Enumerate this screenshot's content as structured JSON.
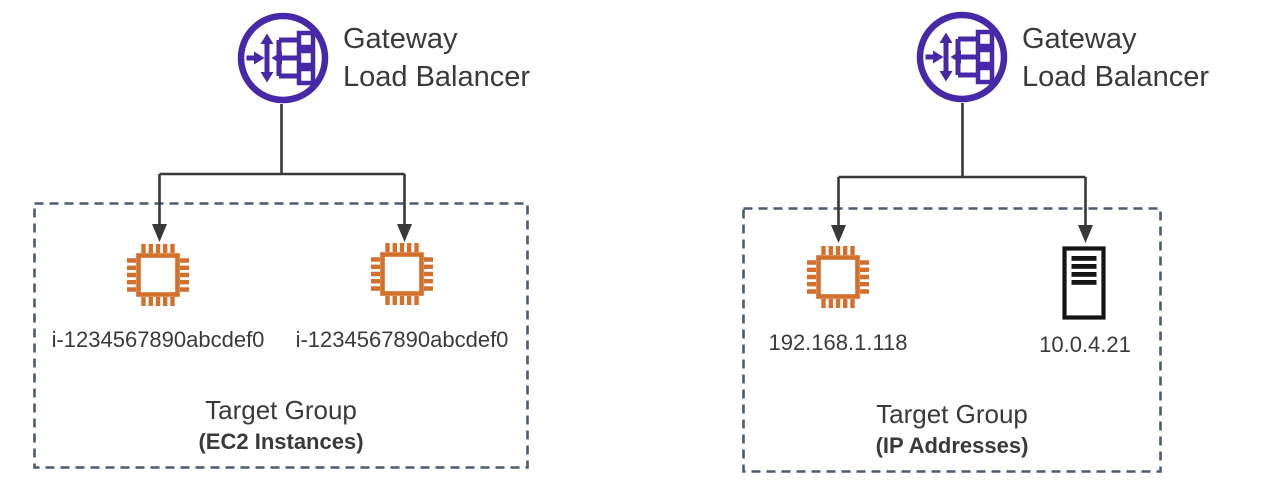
{
  "colors": {
    "load_balancer_purple": "#4728A8",
    "ec2_orange": "#D2702C",
    "server_black": "#141414",
    "dashed_border_slate": "#4E5A70",
    "connector_gray": "#383838",
    "text_gray": "#3A3A3A"
  },
  "left_diagram": {
    "load_balancer": {
      "icon": "gateway-load-balancer-icon",
      "label_line1": "Gateway",
      "label_line2": "Load Balancer"
    },
    "target_group": {
      "title": "Target Group",
      "subtitle": "(EC2 Instances)",
      "targets": [
        {
          "icon": "ec2-instance-chip-icon",
          "label": "i-1234567890abcdef0"
        },
        {
          "icon": "ec2-instance-chip-icon",
          "label": "i-1234567890abcdef0"
        }
      ]
    }
  },
  "right_diagram": {
    "load_balancer": {
      "icon": "gateway-load-balancer-icon",
      "label_line1": "Gateway",
      "label_line2": "Load Balancer"
    },
    "target_group": {
      "title": "Target Group",
      "subtitle": "(IP Addresses)",
      "targets": [
        {
          "icon": "ec2-instance-chip-icon",
          "label": "192.168.1.118"
        },
        {
          "icon": "server-icon",
          "label": "10.0.4.21"
        }
      ]
    }
  }
}
